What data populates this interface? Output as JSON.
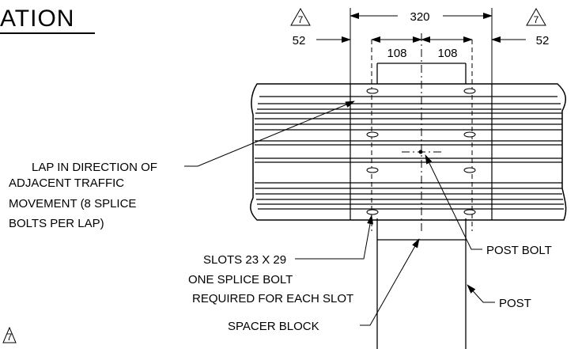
{
  "title": "ATION",
  "revision_mark": "7",
  "dimensions": {
    "overall": "320",
    "left_offset": "52",
    "right_offset": "52",
    "left_spacing": "108",
    "right_spacing": "108"
  },
  "labels": {
    "lap_line1": "LAP IN DIRECTION OF",
    "lap_line2": "ADJACENT TRAFFIC",
    "lap_line3": "MOVEMENT (8 SPLICE",
    "lap_line4": "BOLTS PER LAP)",
    "slots_line1": "SLOTS 23 X 29",
    "slots_line2": "ONE SPLICE BOLT",
    "slots_line3": "REQUIRED FOR EACH SLOT",
    "spacer_block": "SPACER BLOCK",
    "post_bolt": "POST BOLT",
    "post": "POST"
  }
}
